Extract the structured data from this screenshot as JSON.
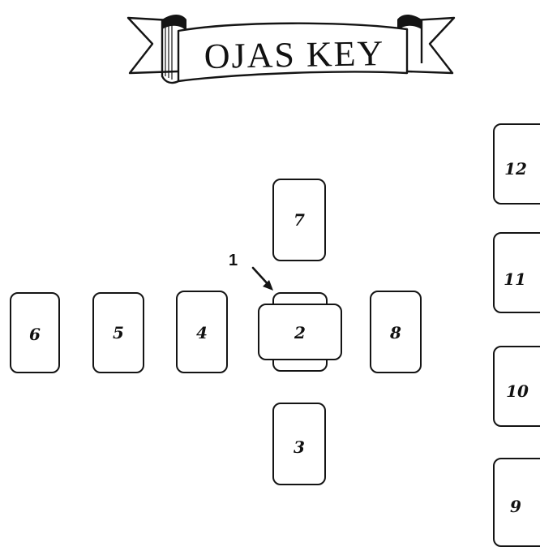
{
  "banner": {
    "title": "OJAS KEY"
  },
  "spread": {
    "cross": [
      {
        "position": "6",
        "label": "6"
      },
      {
        "position": "5",
        "label": "5"
      },
      {
        "position": "4",
        "label": "4"
      },
      {
        "position": "2",
        "label": "2"
      },
      {
        "position": "8",
        "label": "8"
      },
      {
        "position": "7",
        "label": "7"
      },
      {
        "position": "3",
        "label": "3"
      }
    ],
    "covered_card": {
      "position": "1",
      "label": "1"
    },
    "staff": [
      {
        "position": "12",
        "label": "12"
      },
      {
        "position": "11",
        "label": "11"
      },
      {
        "position": "10",
        "label": "10"
      },
      {
        "position": "9",
        "label": "9"
      }
    ]
  }
}
